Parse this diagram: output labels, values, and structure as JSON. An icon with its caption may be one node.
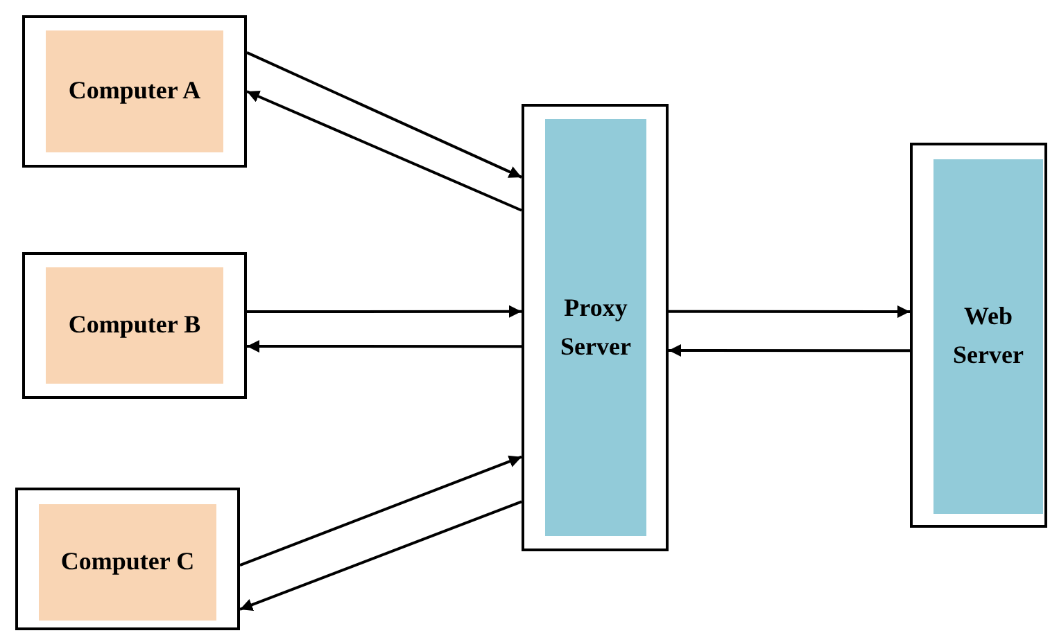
{
  "diagram": {
    "nodes": [
      {
        "text": [],
        "shape": "box"
      },
      {
        "text": [
          "Computer A"
        ],
        "in": 0
      },
      {
        "text": [],
        "shape": "box"
      },
      {
        "text": [
          "Computer B"
        ],
        "in": 2
      },
      {
        "text": [],
        "shape": "box"
      },
      {
        "text": [
          "Computer C"
        ],
        "in": 4
      },
      {
        "text": [],
        "shape": "box"
      },
      {
        "text": [
          "Proxy Server"
        ],
        "in": 6
      },
      {
        "text": [],
        "shape": "box"
      },
      {
        "text": [
          "Web Server"
        ],
        "in": 8
      }
    ],
    "edges": [
      {
        "from": 0,
        "to": 6,
        "arrow": "to"
      },
      {
        "from": 6,
        "to": 0,
        "arrow": "to"
      },
      {
        "from": 2,
        "to": 6,
        "arrow": "to"
      },
      {
        "from": 6,
        "to": 2,
        "arrow": "to"
      },
      {
        "from": 4,
        "to": 6,
        "arrow": "to"
      },
      {
        "from": 6,
        "to": 4,
        "arrow": "to"
      },
      {
        "from": 6,
        "to": 8,
        "arrow": "to"
      },
      {
        "from": 8,
        "to": 6,
        "arrow": "to"
      }
    ]
  }
}
